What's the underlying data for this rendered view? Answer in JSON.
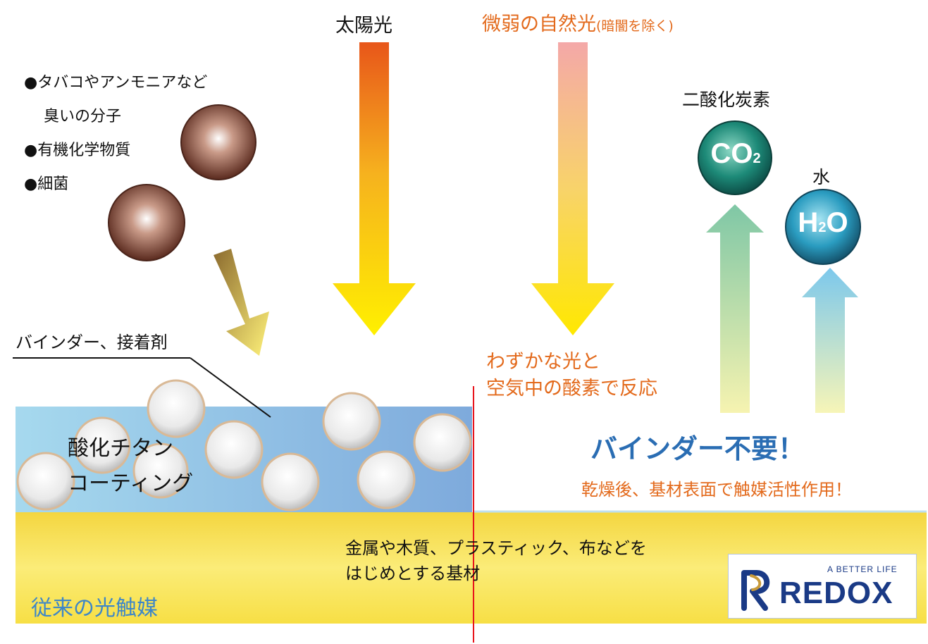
{
  "colors": {
    "orange_text": "#e36a1c",
    "blue_text": "#2a6db3",
    "substrate_text": "#3d86c8",
    "coating_left": "#a6d9ee",
    "coating_right": "#7eaadc",
    "substrate": "#f7e04a",
    "divider": "#e8141c",
    "molecule": "#6e3a2a",
    "co2": "#1d7a6d",
    "h2o": "#2a8fb3",
    "logo_navy": "#1a3a86",
    "logo_gold": "#c89a3a"
  },
  "labels": {
    "sunlight": "太陽光",
    "weak_light_main": "微弱の自然光",
    "weak_light_note": "(暗闇を除く)",
    "pollutants": [
      "●タバコやアンモニアなど",
      "臭いの分子",
      "●有機化学物質",
      "●細菌"
    ],
    "binder": "バインダー、接着剤",
    "coating": [
      "酸化チタン",
      "コーティング"
    ],
    "reaction": [
      "わずかな光と",
      "空気中の酸素で反応"
    ],
    "co2_name": "二酸化炭素",
    "co2_formula": "CO",
    "co2_sub": "2",
    "water_name": "水",
    "h2o_formula_h": "H",
    "h2o_sub": "2",
    "h2o_formula_o": "O",
    "no_binder": "バインダー不要！",
    "effect": "乾燥後、基材表面で触媒活性作用！",
    "substrate": [
      "金属や木質、プラスティック、布などを",
      "はじめとする基材"
    ],
    "conventional": "従来の光触媒"
  },
  "logo": {
    "tagline": "A BETTER LIFE",
    "name": "REDOX"
  }
}
